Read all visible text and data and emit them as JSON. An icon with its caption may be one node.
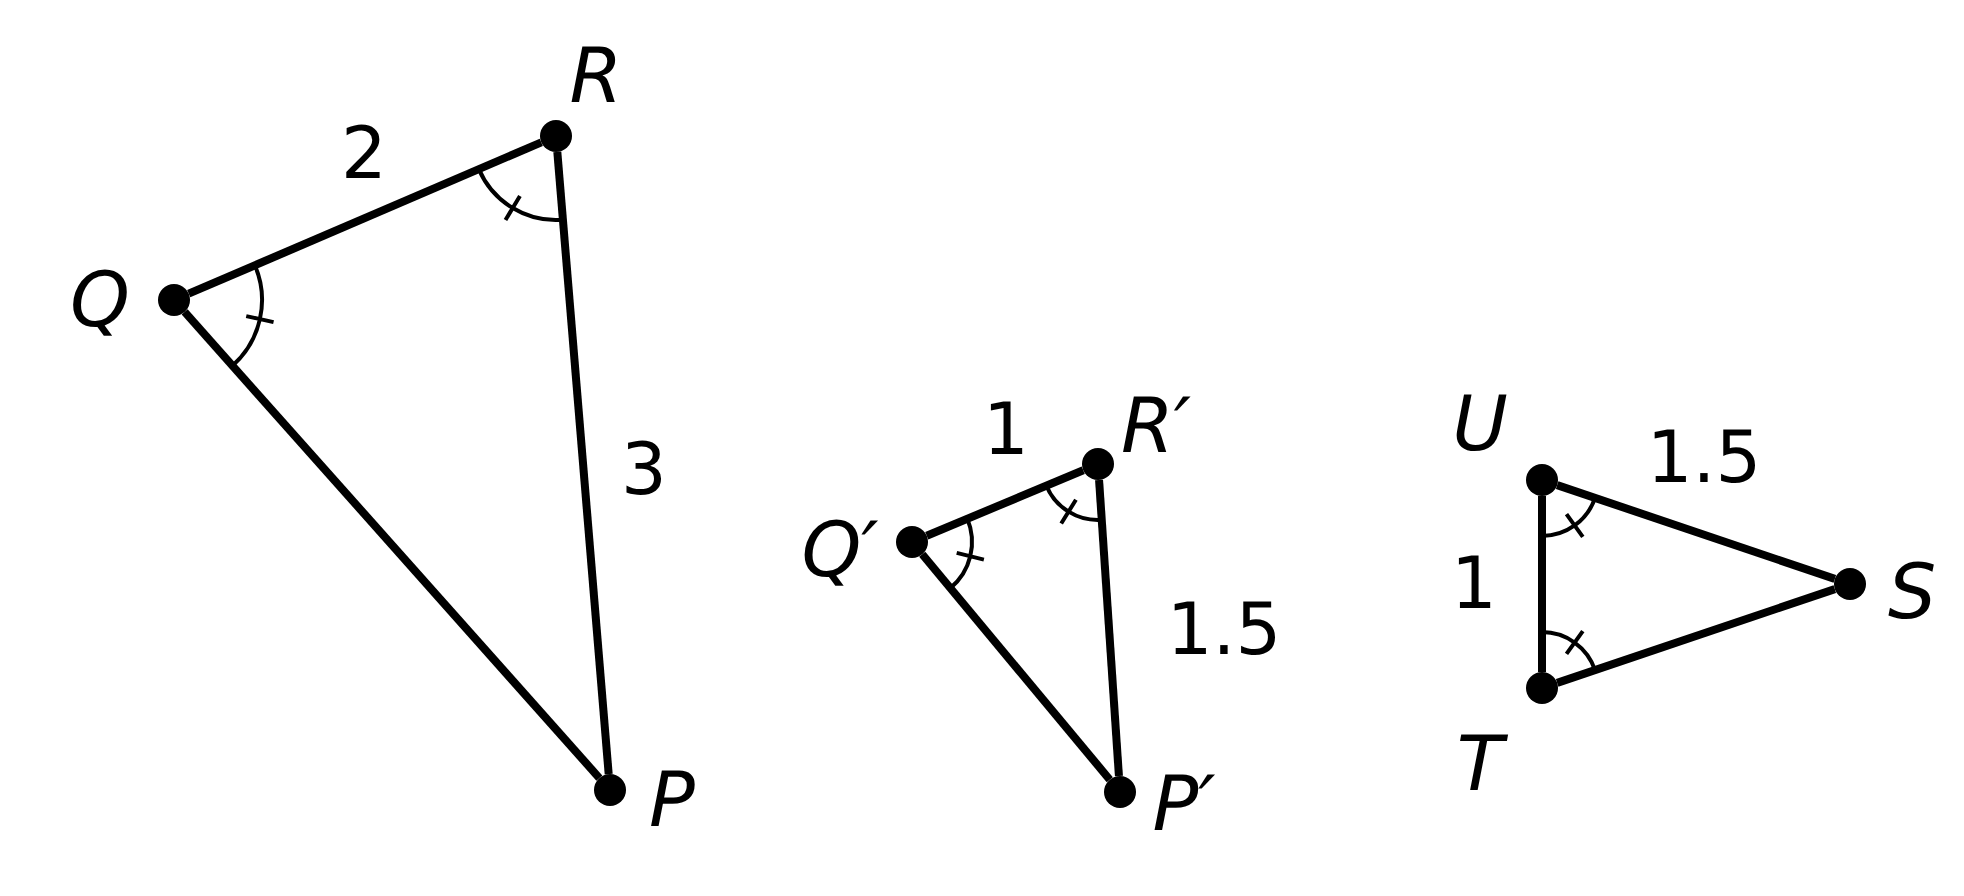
{
  "diagram": {
    "nodes": [
      {
        "text": [],
        "shape": "circle",
        "beside": [
          "Q"
        ]
      },
      {
        "text": [],
        "shape": "circle",
        "beside": [
          "R"
        ]
      },
      {
        "text": [],
        "shape": "circle",
        "beside": [
          "P"
        ]
      },
      {
        "text": [],
        "shape": "circle",
        "beside": [
          "Q′"
        ]
      },
      {
        "text": [],
        "shape": "circle",
        "beside": [
          "R′"
        ]
      },
      {
        "text": [],
        "shape": "circle",
        "beside": [
          "P′"
        ]
      },
      {
        "text": [],
        "shape": "circle",
        "beside": [
          "U"
        ]
      },
      {
        "text": [],
        "shape": "circle",
        "beside": [
          "S"
        ]
      },
      {
        "text": [],
        "shape": "circle",
        "beside": [
          "T"
        ]
      }
    ],
    "edges": [
      {
        "from": 0,
        "to": 1,
        "arrow": "none",
        "label": "2"
      },
      {
        "from": 1,
        "to": 2,
        "arrow": "none",
        "label": "3"
      },
      {
        "from": 2,
        "to": 0,
        "arrow": "none"
      },
      {
        "from": 3,
        "to": 4,
        "arrow": "none",
        "label": "1"
      },
      {
        "from": 4,
        "to": 5,
        "arrow": "none",
        "label": "1.5"
      },
      {
        "from": 5,
        "to": 3,
        "arrow": "none"
      },
      {
        "from": 6,
        "to": 7,
        "arrow": "none",
        "label": "1.5"
      },
      {
        "from": 7,
        "to": 8,
        "arrow": "none"
      },
      {
        "from": 8,
        "to": 6,
        "arrow": "none",
        "label": "1"
      }
    ]
  }
}
